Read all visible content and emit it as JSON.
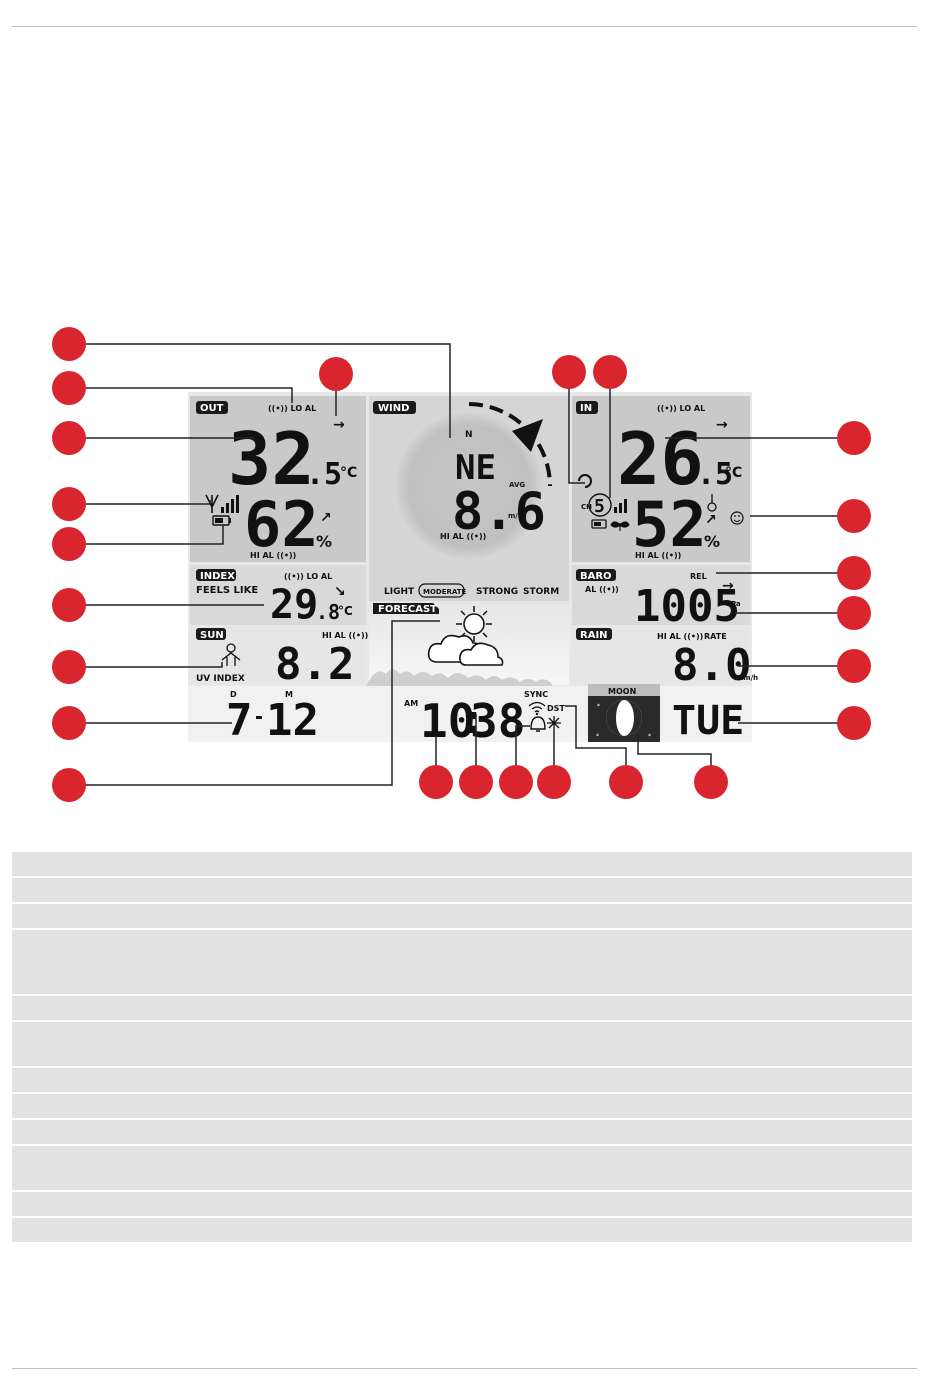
{
  "lcd": {
    "out": {
      "tag": "OUT",
      "alarm_low": "((•)) LO AL",
      "trend": "→",
      "temp_int": "32",
      "temp_dec": ".5",
      "temp_unit": "°C",
      "hum": "62",
      "hum_unit": "%",
      "hum_trend": "↗",
      "alarm_high": "HI AL ((•))"
    },
    "wind": {
      "tag": "WIND",
      "north": "N",
      "direction": "NE",
      "avg": "AVG",
      "speed": "8.6",
      "speed_unit": "m/s",
      "alarm_high": "HI AL ((•))",
      "scale": [
        "LIGHT",
        "MODERATE",
        "STRONG",
        "STORM"
      ]
    },
    "in": {
      "tag": "IN",
      "alarm_low": "((•)) LO AL",
      "trend": "→",
      "temp_int": "26",
      "temp_dec": ".5",
      "temp_unit": "°C",
      "channel_label": "CH",
      "channel": "5",
      "hum": "52",
      "hum_unit": "%",
      "hum_trend": "↗",
      "alarm_high": "HI AL ((•))"
    },
    "index": {
      "tag": "INDEX",
      "label": "FEELS LIKE",
      "alarm_low": "((•)) LO AL",
      "trend": "↘",
      "temp_int": "29",
      "temp_dec": ".8",
      "temp_unit": "°C"
    },
    "forecast": {
      "tag": "FORECAST"
    },
    "baro": {
      "tag": "BARO",
      "rel": "REL",
      "alarm": "AL ((•))",
      "trend": "→",
      "value": "1005",
      "unit": "hPa"
    },
    "sun": {
      "tag": "SUN",
      "alarm_high": "HI AL ((•))",
      "uv_label": "UV INDEX",
      "uv_value": "8.2"
    },
    "rain": {
      "tag": "RAIN",
      "alarm_high": "HI AL ((•))",
      "rate_label": "RATE",
      "value": "8.0",
      "unit": "mm/h"
    },
    "date": {
      "d_label": "D",
      "m_label": "M",
      "day": "7",
      "month": "12"
    },
    "time": {
      "ampm": "AM",
      "hours": "10",
      "colon": ":",
      "minutes": "38",
      "sync": "SYNC",
      "dst": "DST"
    },
    "moon": {
      "label": "MOON"
    },
    "weekday": "TUE"
  },
  "colors": {
    "marker": "#d9262e",
    "lcd_panel": "#c9c9c9",
    "lcd_light": "#e4e4e4",
    "tag_bg": "#1a1a1a",
    "legend_row": "#e2e2e2"
  },
  "icons": [
    "antenna-icon",
    "battery-icon",
    "sun-cloud-icon",
    "person-icon",
    "wifi-icon",
    "bell-icon",
    "snowflake-icon",
    "moon-icon",
    "comfort-smiley-icon",
    "plant-icon"
  ],
  "legend_rows": 15
}
